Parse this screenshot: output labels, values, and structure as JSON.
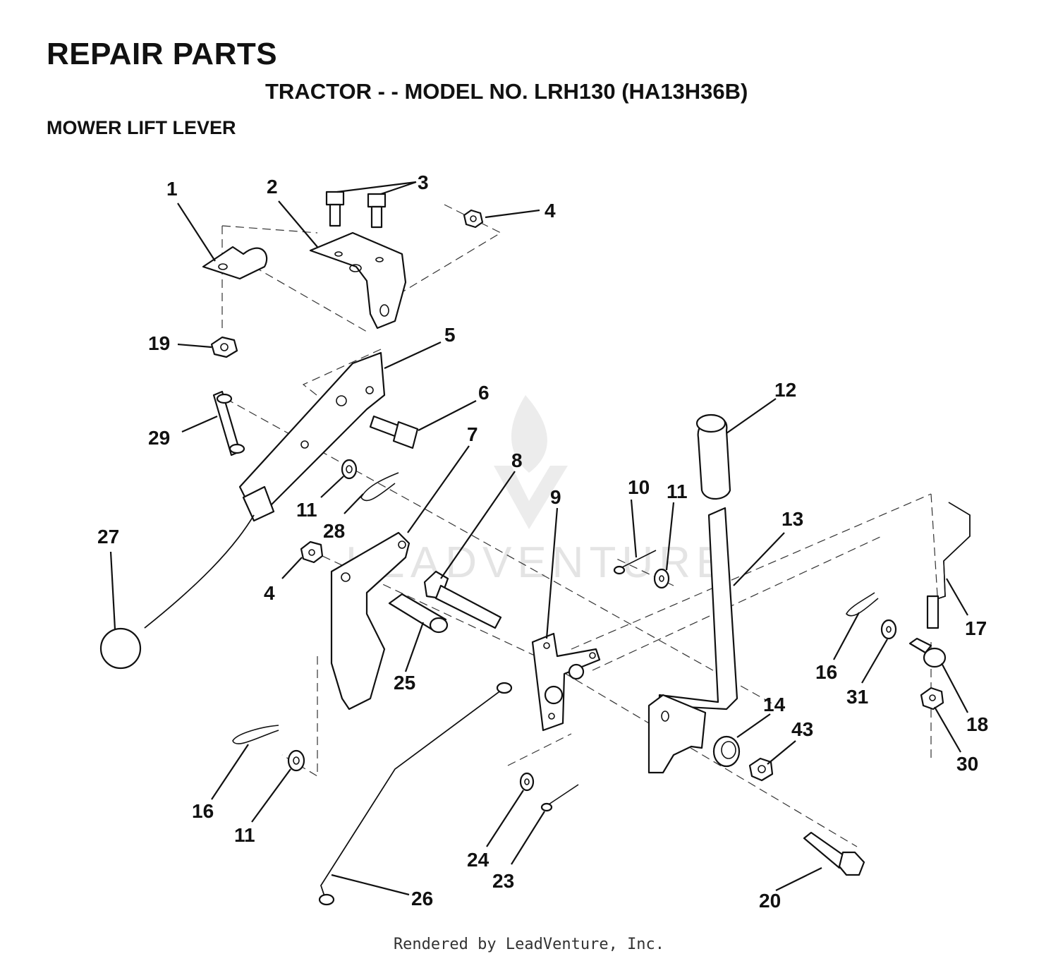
{
  "header": {
    "title": "REPAIR PARTS",
    "model": "TRACTOR - - MODEL NO. LRH130 (HA13H36B)",
    "section": "MOWER LIFT LEVER"
  },
  "watermark": "LEADVENTURE",
  "footer": "Rendered by LeadVenture, Inc.",
  "callouts": {
    "c1": "1",
    "c2": "2",
    "c3": "3",
    "c4a": "4",
    "c4b": "4",
    "c5": "5",
    "c6": "6",
    "c7": "7",
    "c8": "8",
    "c9": "9",
    "c10": "10",
    "c11a": "11",
    "c11b": "11",
    "c11c": "11",
    "c12": "12",
    "c13": "13",
    "c14": "14",
    "c16a": "16",
    "c16b": "16",
    "c17": "17",
    "c18": "18",
    "c19": "19",
    "c20": "20",
    "c23": "23",
    "c24": "24",
    "c25": "25",
    "c26": "26",
    "c27": "27",
    "c28": "28",
    "c29": "29",
    "c30": "30",
    "c31": "31",
    "c43": "43"
  }
}
